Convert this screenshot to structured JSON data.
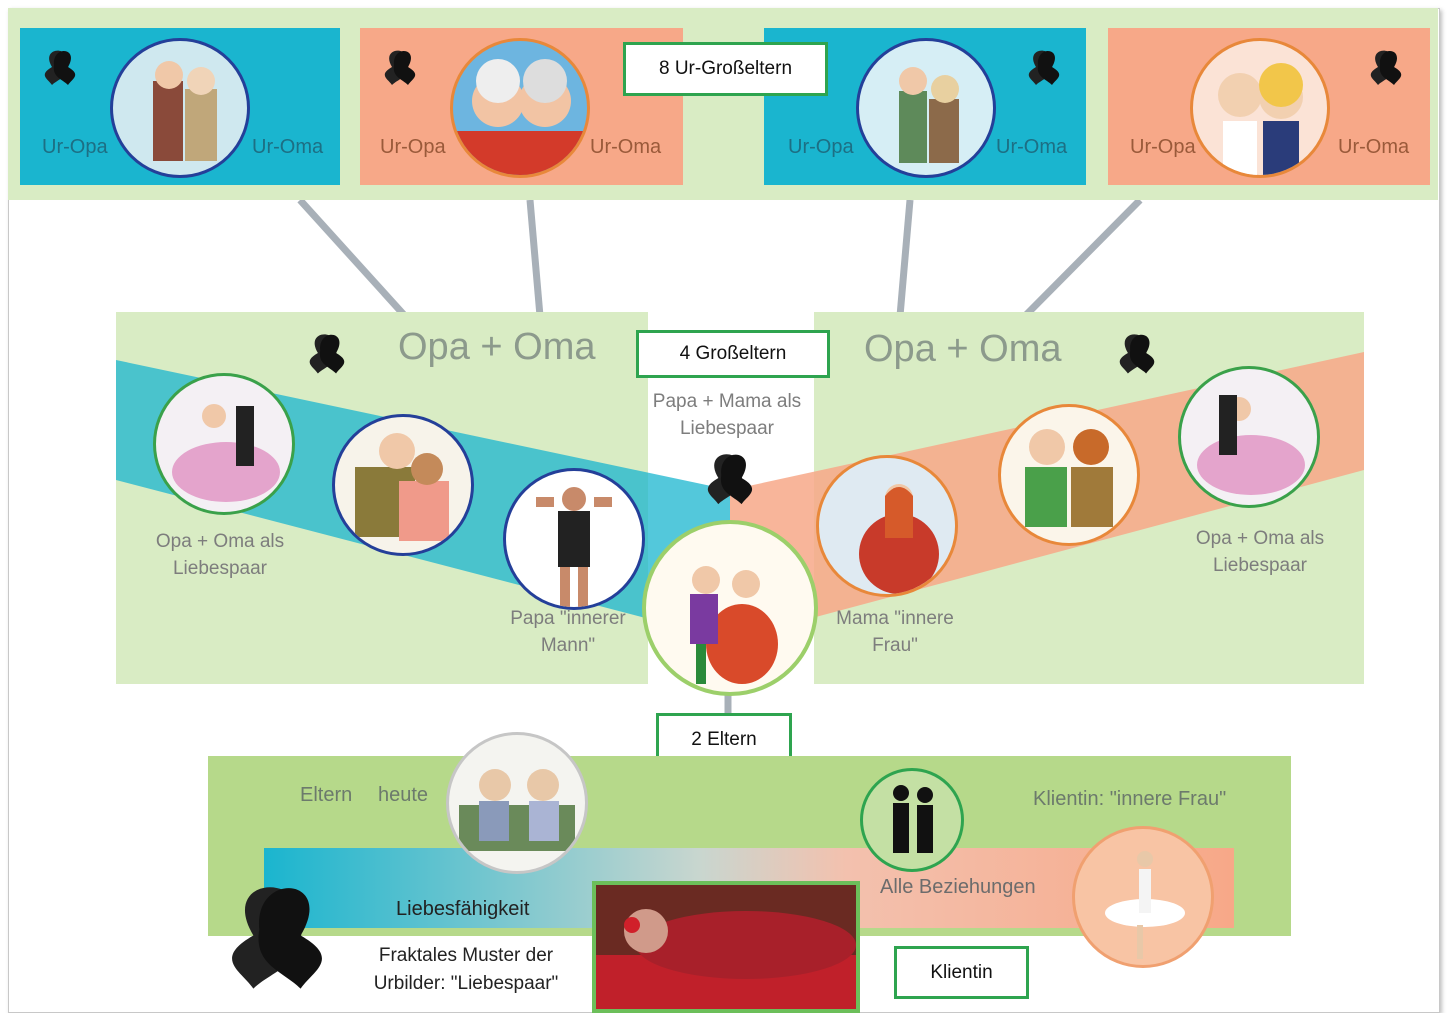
{
  "levels": {
    "great_grandparents": "8 Ur-Großeltern",
    "grandparents": "4 Großeltern",
    "parents": "2 Eltern",
    "client": "Klientin"
  },
  "top_row": [
    {
      "left": "Ur-Opa",
      "right": "Ur-Oma",
      "color": "#1ab5cf"
    },
    {
      "left": "Ur-Opa",
      "right": "Ur-Oma",
      "color": "#f7a888"
    },
    {
      "left": "Ur-Opa",
      "right": "Ur-Oma",
      "color": "#1ab5cf"
    },
    {
      "left": "Ur-Opa",
      "right": "Ur-Oma",
      "color": "#f7a888"
    }
  ],
  "middle": {
    "left_title": "Opa + Oma",
    "right_title": "Opa + Oma",
    "center_text": "Papa + Mama als Liebespaar",
    "left_couple": "Opa + Oma als Liebespaar",
    "right_couple": "Opa + Oma als Liebespaar",
    "papa": "Papa \"innerer Mann\"",
    "mama": "Mama \"innere Frau\""
  },
  "bottom": {
    "eltern": "Eltern",
    "heute": "heute",
    "klientin_inner": "Klientin: \"innere Frau\"",
    "alle_beziehungen": "Alle Beziehungen",
    "liebesfaehigkeit": "Liebesfähigkeit",
    "fractal": "Fraktales Muster der Urbilder: \"Liebespaar\""
  },
  "colors": {
    "pale_green": "#d9ecc4",
    "mid_green": "#b6d98a",
    "blue": "#1ab5cf",
    "peach": "#f7a888",
    "accent_green": "#2ea44f",
    "connector": "#a8b0b8"
  }
}
